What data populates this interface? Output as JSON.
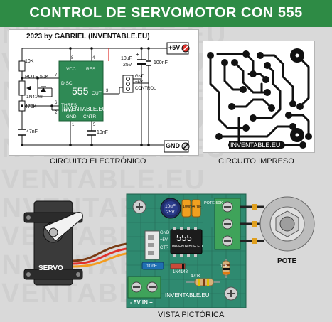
{
  "title": "CONTROL DE SERVOMOTOR CON 555",
  "watermark": "INVENTABLE.EU",
  "schematic": {
    "credit": "2023 by GABRIEL (INVENTABLE.EU)",
    "caption": "CIRCUITO ELECTRÓNICO",
    "ic_number": "555",
    "ic_brand": "INVENTABLE.EU",
    "pins": {
      "vcc": "VCC",
      "res": "RES",
      "disc": "DISC",
      "thres": "THRES",
      "trig": "TRIG",
      "gnd": "GND",
      "cntr": "CNTR",
      "out": "OUT"
    },
    "pin_numbers": {
      "vcc": "8",
      "res": "4",
      "disc": "7",
      "thres": "6",
      "trig": "2",
      "gnd": "1",
      "cntr": "5",
      "out": "3"
    },
    "components": {
      "r1": "10K",
      "pot": "POTE 50K",
      "diode": "1N4148",
      "r2": "470K",
      "c_timing": "47nF",
      "c_electro_value": "10uF",
      "c_electro_voltage": "25V",
      "c_bypass": "100nF",
      "c_cntr": "10nF"
    },
    "connector_labels": {
      "gnd": "GND",
      "plus5": "+5V",
      "control": "CONTROL"
    },
    "plus_label": "+",
    "supply_pos": "+5V",
    "supply_gnd": "GND"
  },
  "pcb": {
    "caption": "CIRCUITO IMPRESO",
    "brand": "INVENTABLE.EU"
  },
  "pictorial": {
    "caption": "VISTA PICTÓRICA",
    "servo_label": "SERVO",
    "pote_label": "POTE",
    "board_brand": "INVENTABLE.EU",
    "ic_number": "555",
    "ic_brand": "INVENTABLE.EU",
    "connector_labels": {
      "gnd": "GND",
      "plus5": "+5V",
      "ctr": "CTR"
    },
    "electro_value": "10uF",
    "electro_voltage": "25V",
    "c_bypass": "100nF",
    "c_timing": "47nF",
    "pote_value": "POTE 50K",
    "c_cntr": "10nF",
    "r1": "10K",
    "diode": "1N4148",
    "r2": "470K",
    "power_label": "- 5V IN +"
  },
  "colors": {
    "title_bg": "#2e8b45",
    "pcb_board": "#2f8a70",
    "trace": "#111111",
    "wire_red": "#e0312b",
    "wire_orange": "#f39c1f",
    "wire_brown": "#7a3b14"
  }
}
